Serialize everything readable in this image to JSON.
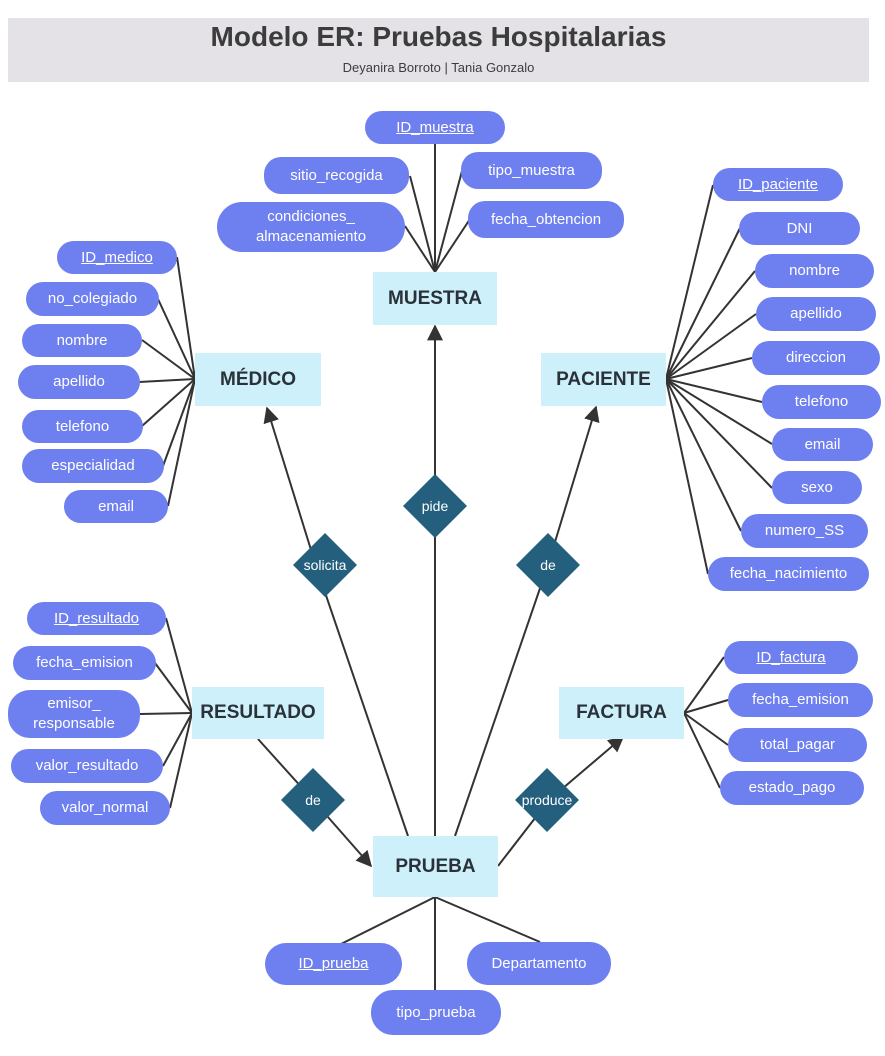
{
  "header": {
    "title": "Modelo ER: Pruebas Hospitalarias",
    "subtitle": "Deyanira Borroto | Tania Gonzalo"
  },
  "colors": {
    "attribute": "#6e7ff0",
    "entity": "#cdf0fa",
    "relationship": "#245f7d",
    "line": "#333333",
    "header_bg": "#e4e2e6"
  },
  "entities": {
    "muestra": "MUESTRA",
    "medico": "MÉDICO",
    "paciente": "PACIENTE",
    "resultado": "RESULTADO",
    "factura": "FACTURA",
    "prueba": "PRUEBA"
  },
  "relationships": {
    "solicita": "solicita",
    "pide": "pide",
    "de_paciente": "de",
    "de_resultado": "de",
    "produce": "produce"
  },
  "attributes": {
    "muestra": {
      "id": "ID_muestra",
      "sitio": "sitio_recogida",
      "tipo": "tipo_muestra",
      "condiciones": "condiciones_\nalmacenamiento",
      "fecha": "fecha_obtencion"
    },
    "medico": {
      "id": "ID_medico",
      "colegiado": "no_colegiado",
      "nombre": "nombre",
      "apellido": "apellido",
      "telefono": "telefono",
      "especialidad": "especialidad",
      "email": "email"
    },
    "paciente": {
      "id": "ID_paciente",
      "dni": "DNI",
      "nombre": "nombre",
      "apellido": "apellido",
      "direccion": "direccion",
      "telefono": "telefono",
      "email": "email",
      "sexo": "sexo",
      "numero_ss": "numero_SS",
      "fecha_nac": "fecha_nacimiento"
    },
    "resultado": {
      "id": "ID_resultado",
      "fecha": "fecha_emision",
      "emisor": "emisor_\nresponsable",
      "valor": "valor_resultado",
      "normal": "valor_normal"
    },
    "factura": {
      "id": "ID_factura",
      "fecha": "fecha_emision",
      "total": "total_pagar",
      "estado": "estado_pago"
    },
    "prueba": {
      "id": "ID_prueba",
      "departamento": "Departamento",
      "tipo": "tipo_prueba"
    }
  }
}
